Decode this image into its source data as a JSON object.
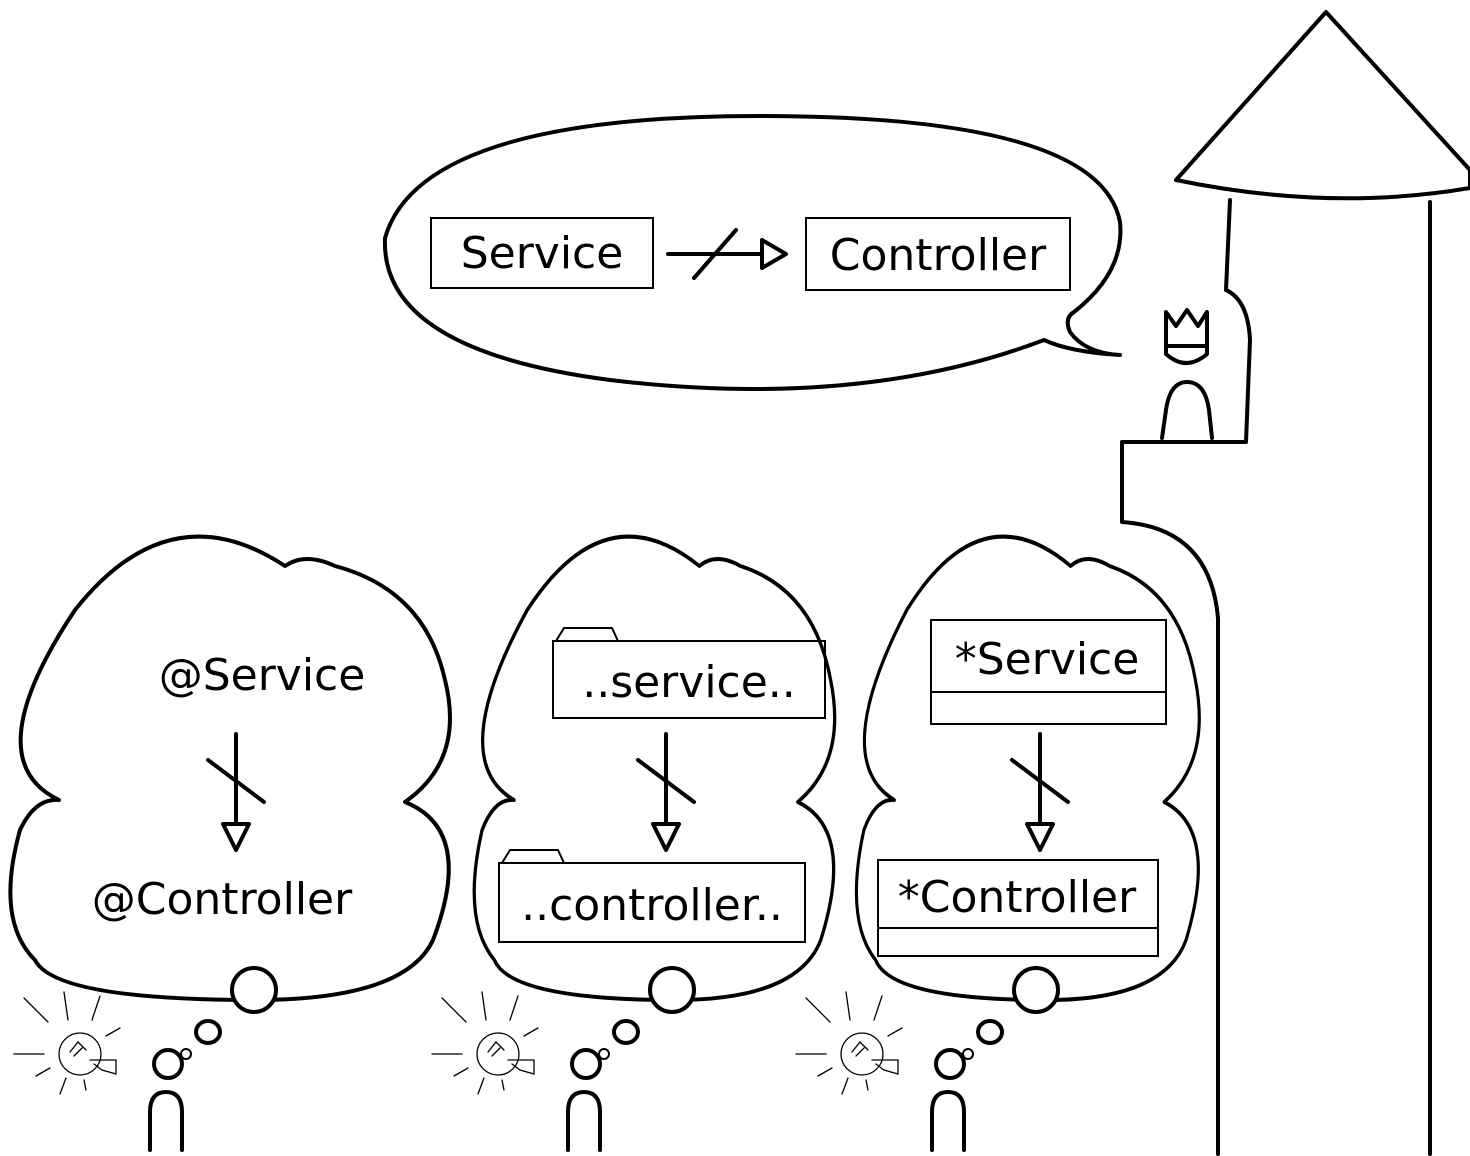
{
  "speech": {
    "source_label": "Service",
    "target_label": "Controller"
  },
  "rules": [
    {
      "style": "annotation",
      "source_label": "@Service",
      "target_label": "@Controller"
    },
    {
      "style": "package",
      "source_label": "..service..",
      "target_label": "..controller.."
    },
    {
      "style": "class",
      "source_label": "*Service",
      "target_label": "*Controller"
    }
  ],
  "icons": [
    "tower-icon",
    "king-icon",
    "speech-bubble-icon",
    "thought-cloud-icon",
    "lightbulb-icon",
    "person-icon",
    "forbidden-dependency-arrow-icon"
  ],
  "colors": {
    "ink": "#000000",
    "background": "#ffffff"
  }
}
